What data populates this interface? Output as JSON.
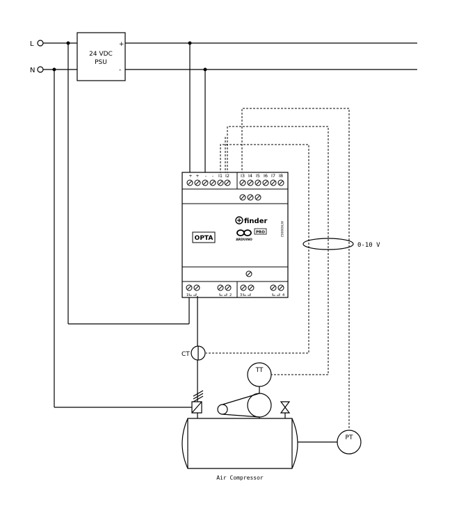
{
  "supply": {
    "line_label": "L",
    "neutral_label": "N"
  },
  "psu": {
    "line1": "24 VDC",
    "line2": "PSU",
    "plus": "+",
    "minus": "-"
  },
  "opta": {
    "name": "OPTA",
    "brand": "finder",
    "sub_brand": "ARDUINO",
    "badge": "PRO",
    "model_code": "AFX00002",
    "top_terminals_power": [
      "+",
      "+",
      "-",
      "-",
      "I1",
      "I2"
    ],
    "top_terminals_inputs": [
      "I3",
      "I4",
      "I5",
      "I6",
      "I7",
      "I8"
    ],
    "relay_labels": [
      "1",
      "2",
      "3",
      "4"
    ]
  },
  "sensors": {
    "ct": "CT",
    "tt": "TT",
    "pt": "PT",
    "analog_label": "0-10 V"
  },
  "equipment": {
    "compressor": "Air Compressor"
  }
}
